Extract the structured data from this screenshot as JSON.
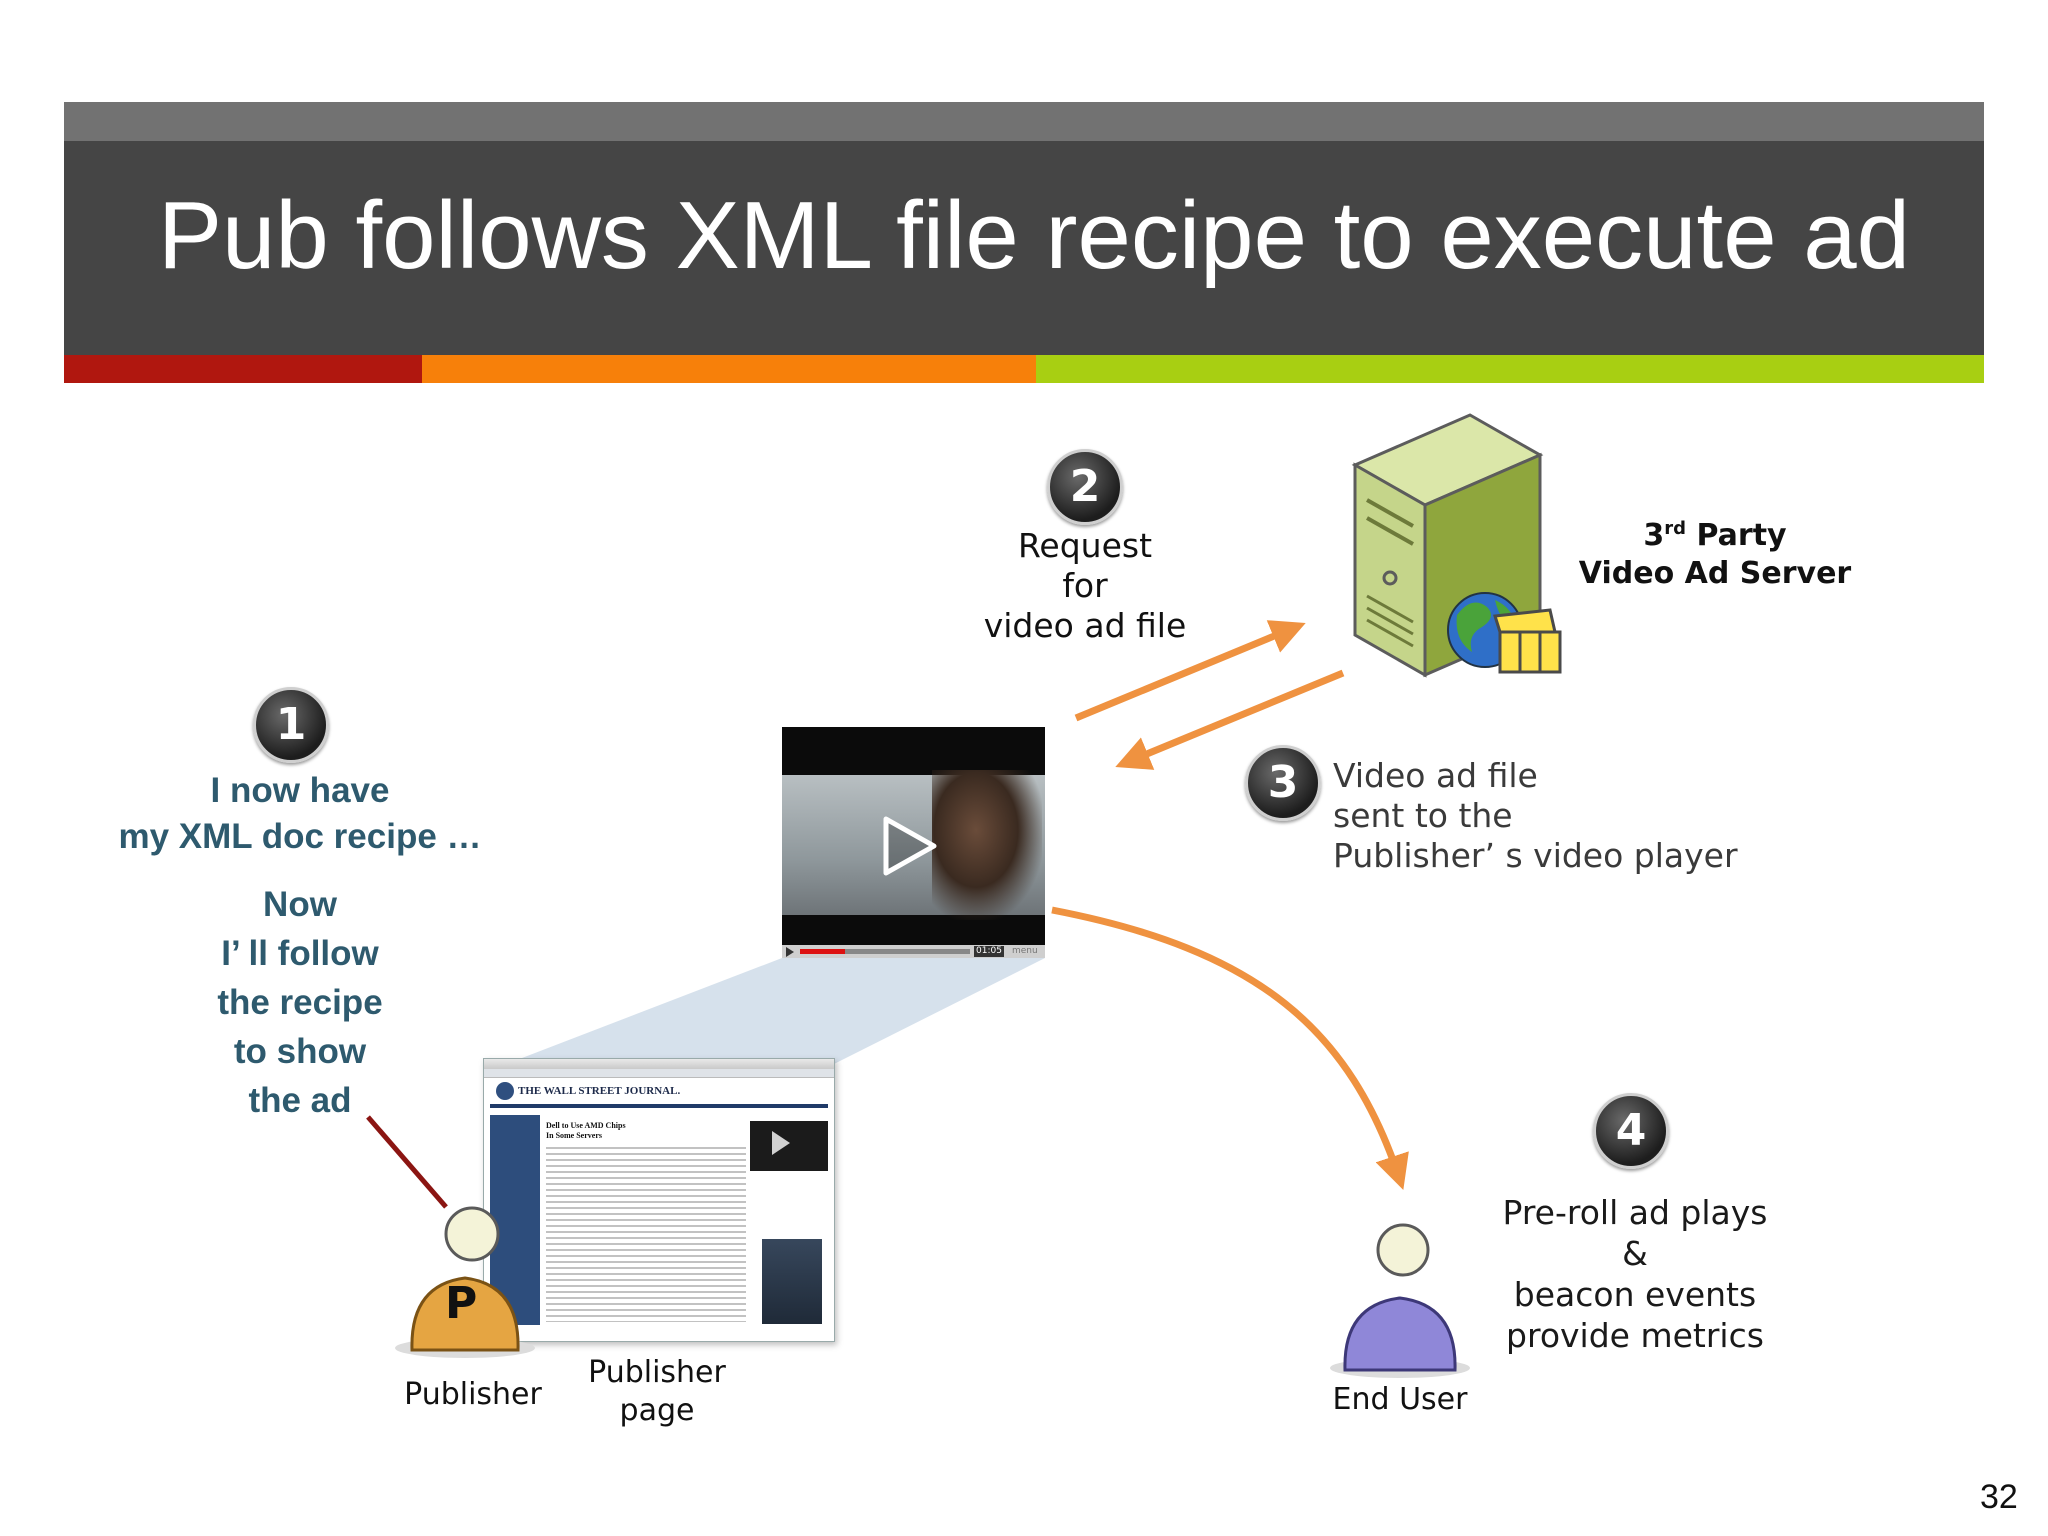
{
  "slide": {
    "title": "Pub follows XML file recipe to execute ad",
    "page_number": "32"
  },
  "colors": {
    "title_bg": "#454545",
    "title_top": "#727272",
    "stripe_red": "#b0170f",
    "stripe_orange": "#f7800a",
    "stripe_green": "#a8cf12",
    "arrow": "#ef9240",
    "teal_text": "#2e5a6e"
  },
  "steps": {
    "step1": {
      "number": "1",
      "lines": [
        "I now have",
        "my XML doc recipe …"
      ],
      "follow_lines": [
        "Now",
        "I’ ll follow",
        "the recipe",
        "to show",
        "the ad"
      ]
    },
    "step2": {
      "number": "2",
      "lines": [
        "Request",
        "for",
        "video ad file"
      ]
    },
    "step3": {
      "number": "3",
      "lines": [
        "Video ad file",
        "sent to the",
        "Publisher’ s video player"
      ]
    },
    "step4": {
      "number": "4",
      "lines": [
        "Pre-roll ad  plays",
        "&",
        "beacon events",
        "provide metrics"
      ]
    }
  },
  "server": {
    "line1_main": "3",
    "line1_sup": "rd",
    "line1_rest": " Party",
    "line2": "Video Ad Server",
    "icon": "server-icon"
  },
  "actors": {
    "publisher": {
      "label": "Publisher",
      "badge_letter": "P",
      "icon": "person-icon"
    },
    "publisher_page": {
      "lines": [
        "Publisher",
        "page"
      ],
      "icon": "web-page-icon"
    },
    "end_user": {
      "label": "End User",
      "icon": "person-icon"
    }
  },
  "video_player": {
    "time": "01:05",
    "menu": "menu",
    "icon": "play-icon"
  },
  "newspaper": {
    "masthead": "THE WALL STREET JOURNAL.",
    "headline_1": "Dell to Use AMD Chips",
    "headline_2": "In Some Servers"
  }
}
